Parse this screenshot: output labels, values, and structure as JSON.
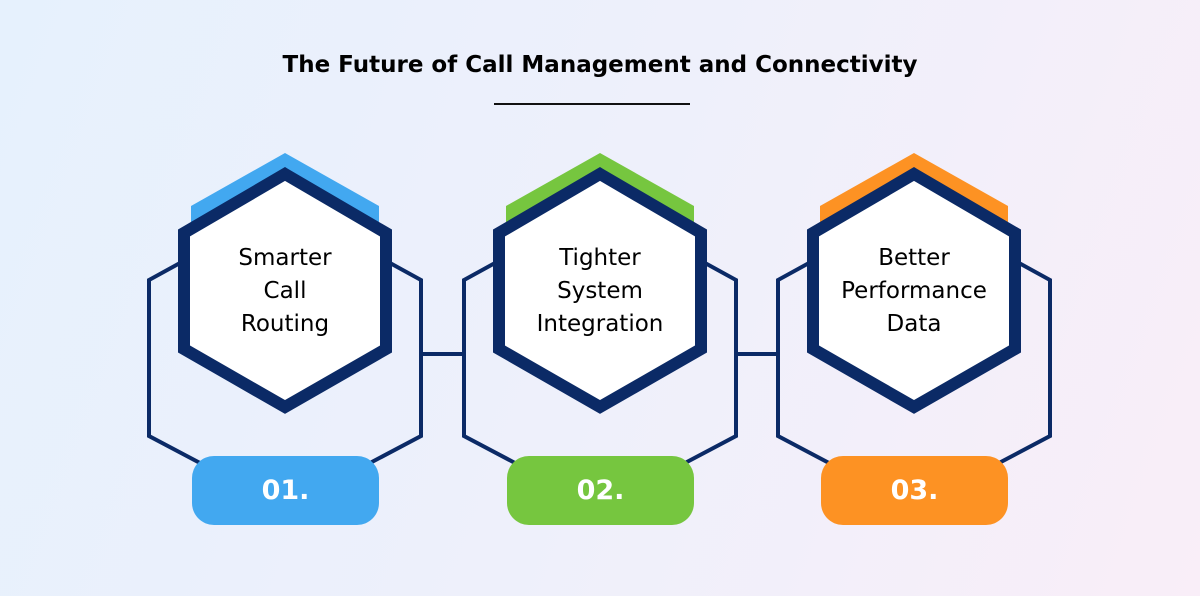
{
  "title": "The Future of Call Management and Connectivity",
  "colors": {
    "navy": "#0b2a66",
    "blue": "#42a8f0",
    "green": "#76c63f",
    "orange": "#fd9223"
  },
  "steps": [
    {
      "number": "01.",
      "label": "Smarter Call Routing",
      "lines": [
        "Smarter",
        "Call",
        "Routing"
      ],
      "color": "#42a8f0"
    },
    {
      "number": "02.",
      "label": "Tighter System Integration",
      "lines": [
        "Tighter",
        "System",
        "Integration"
      ],
      "color": "#76c63f"
    },
    {
      "number": "03.",
      "label": "Better Performance Data",
      "lines": [
        "Better",
        "Performance",
        "Data"
      ],
      "color": "#fd9223"
    }
  ]
}
